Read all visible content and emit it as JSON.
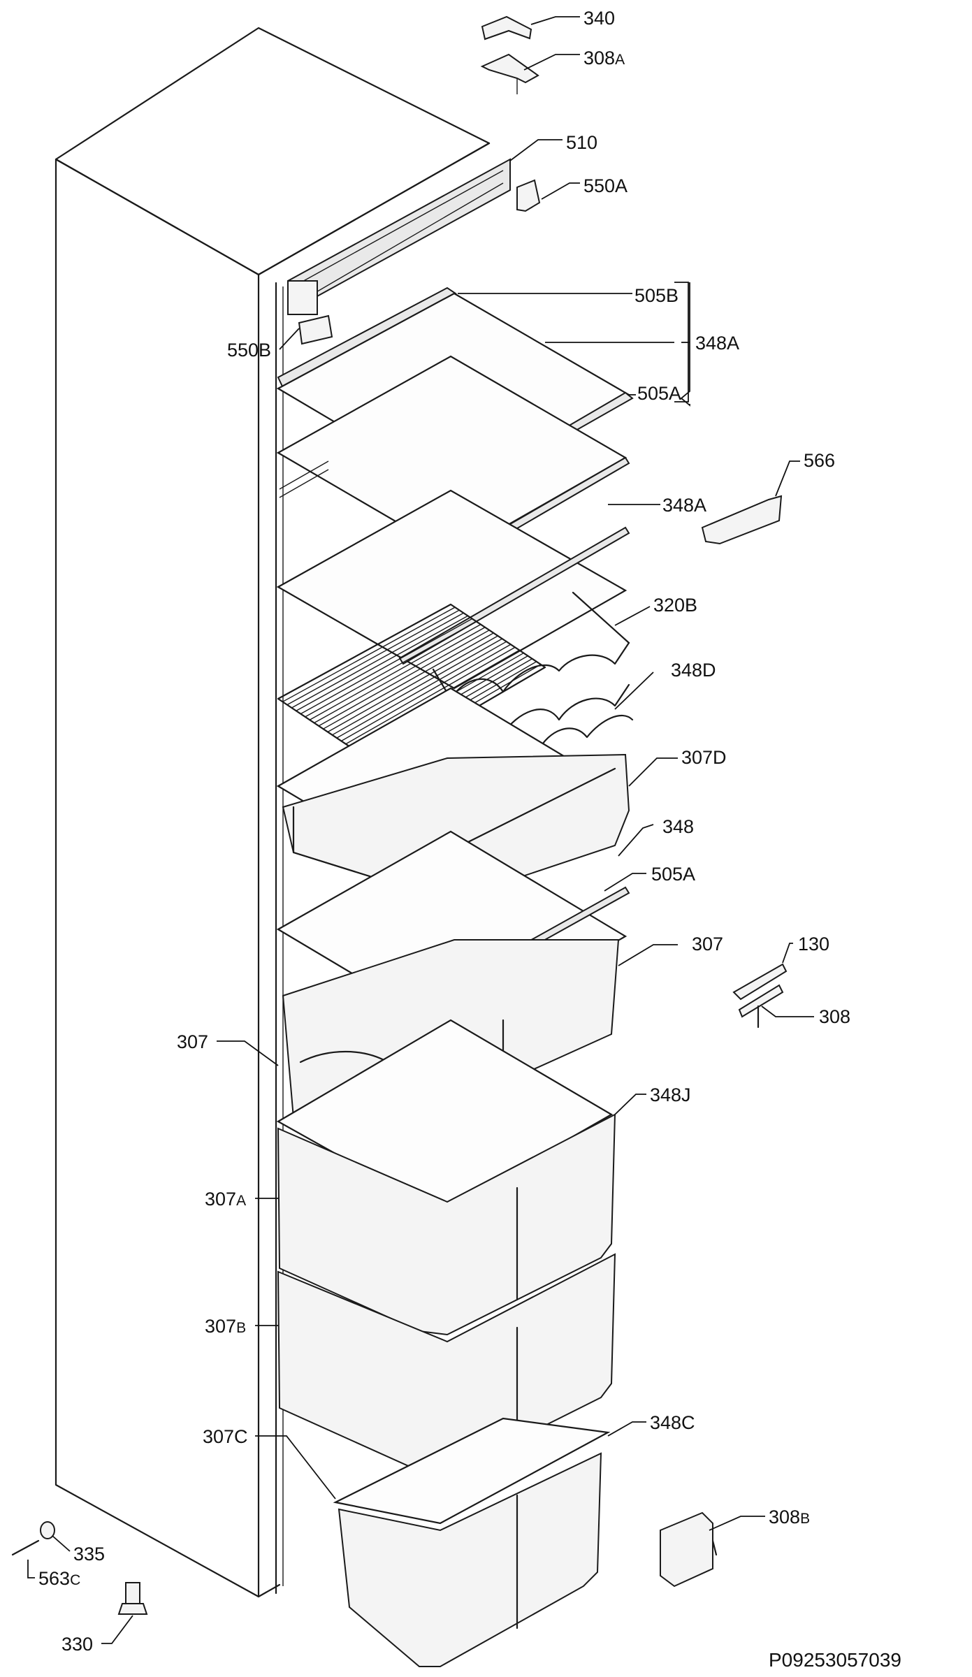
{
  "drawing": {
    "reference_number": "P09253057039"
  },
  "parts": [
    {
      "id": "340",
      "label": "340"
    },
    {
      "id": "308A",
      "label": "308",
      "suffix": "A"
    },
    {
      "id": "510",
      "label": "510"
    },
    {
      "id": "550A",
      "label": "550A"
    },
    {
      "id": "505B",
      "label": "505B"
    },
    {
      "id": "348A-group",
      "label": "348A"
    },
    {
      "id": "550B",
      "label": "550B"
    },
    {
      "id": "505A-top",
      "label": "505A"
    },
    {
      "id": "566",
      "label": "566"
    },
    {
      "id": "348A",
      "label": "348A"
    },
    {
      "id": "320B",
      "label": "320B"
    },
    {
      "id": "348D",
      "label": "348D"
    },
    {
      "id": "307D",
      "label": "307D"
    },
    {
      "id": "348",
      "label": "348"
    },
    {
      "id": "505A",
      "label": "505A"
    },
    {
      "id": "130",
      "label": "130"
    },
    {
      "id": "307-right",
      "label": "307"
    },
    {
      "id": "308",
      "label": "308"
    },
    {
      "id": "307-left",
      "label": "307"
    },
    {
      "id": "348J",
      "label": "348J"
    },
    {
      "id": "307A",
      "label": "307",
      "suffix": "A"
    },
    {
      "id": "307B",
      "label": "307",
      "suffix": "B"
    },
    {
      "id": "307C",
      "label": "307C"
    },
    {
      "id": "348C",
      "label": "348C"
    },
    {
      "id": "308B",
      "label": "308",
      "suffix": "B"
    },
    {
      "id": "335",
      "label": "335"
    },
    {
      "id": "563C",
      "label": "563",
      "suffix": "C"
    },
    {
      "id": "330",
      "label": "330"
    }
  ]
}
